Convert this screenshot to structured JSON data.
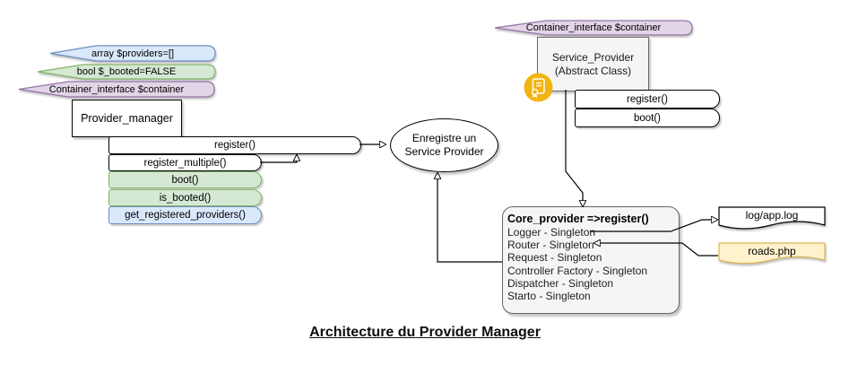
{
  "diagram_title": "Architecture du Provider Manager",
  "provider_manager": {
    "class_name": "Provider_manager",
    "attributes": [
      {
        "label": "array $providers=[]",
        "color": "blue"
      },
      {
        "label": "bool $_booted=FALSE",
        "color": "green"
      },
      {
        "label": "Container_interface $container",
        "color": "purple"
      }
    ],
    "methods": [
      {
        "label": "register()",
        "color": "white"
      },
      {
        "label": "register_multiple()",
        "color": "white"
      },
      {
        "label": "boot()",
        "color": "green"
      },
      {
        "label": "is_booted()",
        "color": "green"
      },
      {
        "label": "get_registered_providers()",
        "color": "blue"
      }
    ]
  },
  "use_case": {
    "label_line1": "Enregistre un",
    "label_line2": "Service Provider"
  },
  "service_provider": {
    "attribute": "Container_interface $container",
    "class_name": "Service_Provider",
    "stereotype": "(Abstract Class)",
    "badge_icon": "certificate-icon",
    "methods": [
      {
        "label": "register()"
      },
      {
        "label": "boot()"
      }
    ]
  },
  "core_provider": {
    "heading": "Core_provider =>register()",
    "entries": [
      "Logger - Singleton",
      "Router - Singleton",
      "Request - Singleton",
      "Controller Factory - Singleton",
      "Dispatcher - Singleton",
      "Starto - Singleton"
    ]
  },
  "files": {
    "log_file": "log/app.log",
    "routes_file": "roads.php"
  },
  "colors": {
    "attr_blue_fill": "#dae8fc",
    "attr_blue_stroke": "#6c8ebf",
    "attr_green_fill": "#d5e8d4",
    "attr_green_stroke": "#82b366",
    "attr_purple_fill": "#e1d5e7",
    "attr_purple_stroke": "#9673a6",
    "file_yellow_fill": "#fff2cc",
    "file_yellow_stroke": "#d6b656",
    "class_gray_fill": "#f5f5f5",
    "class_gray_stroke": "#666666",
    "badge_yellow": "#f2b411"
  }
}
